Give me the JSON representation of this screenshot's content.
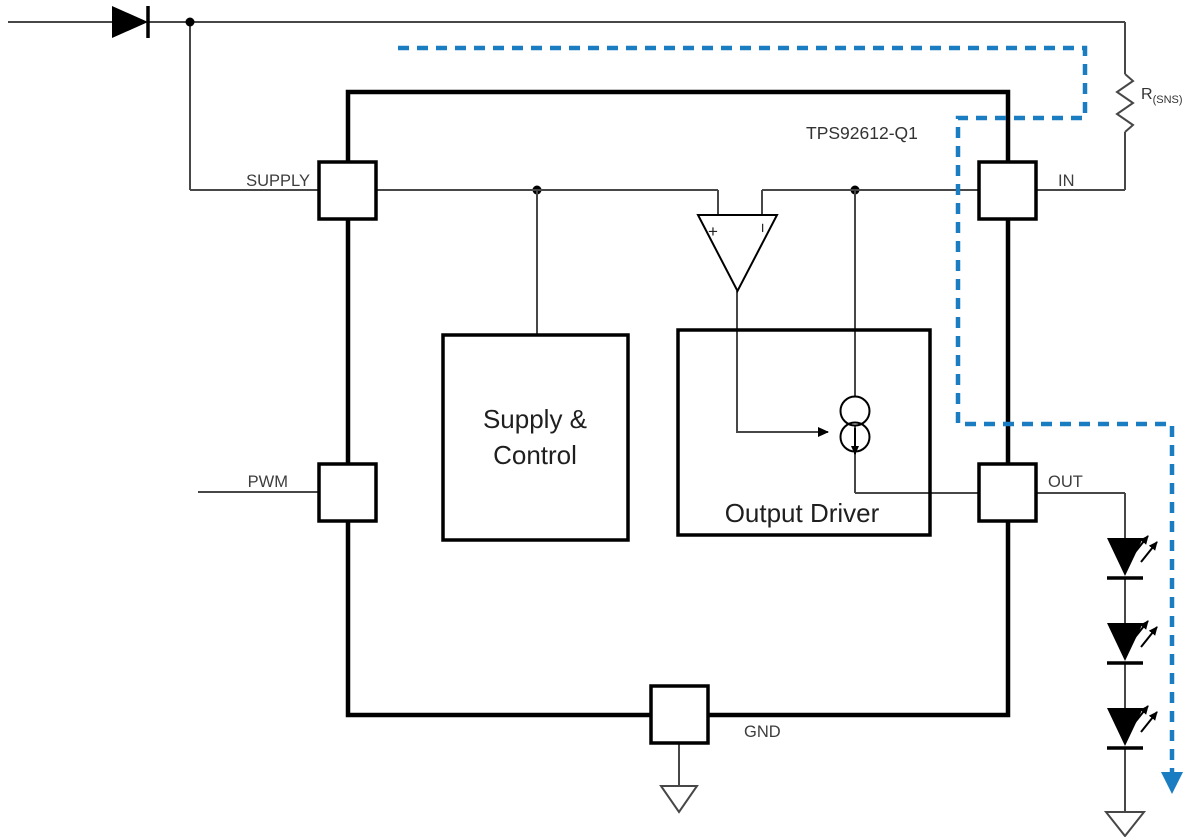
{
  "colors": {
    "accent": "#1A7CC1",
    "wire": "#474747",
    "ink": "#000000"
  },
  "ic": {
    "title": "TPS92612-Q1",
    "pins": {
      "supply": "SUPPLY",
      "pwm": "PWM",
      "input": "IN",
      "output": "OUT",
      "ground": "GND"
    },
    "blocks": {
      "supply_control_line1": "Supply &",
      "supply_control_line2": "Control",
      "output_driver": "Output Driver"
    },
    "comparator": {
      "plus": "+",
      "minus": "−"
    }
  },
  "external": {
    "sense_resistor_name": "R",
    "sense_resistor_subscript": "(SNS)"
  }
}
